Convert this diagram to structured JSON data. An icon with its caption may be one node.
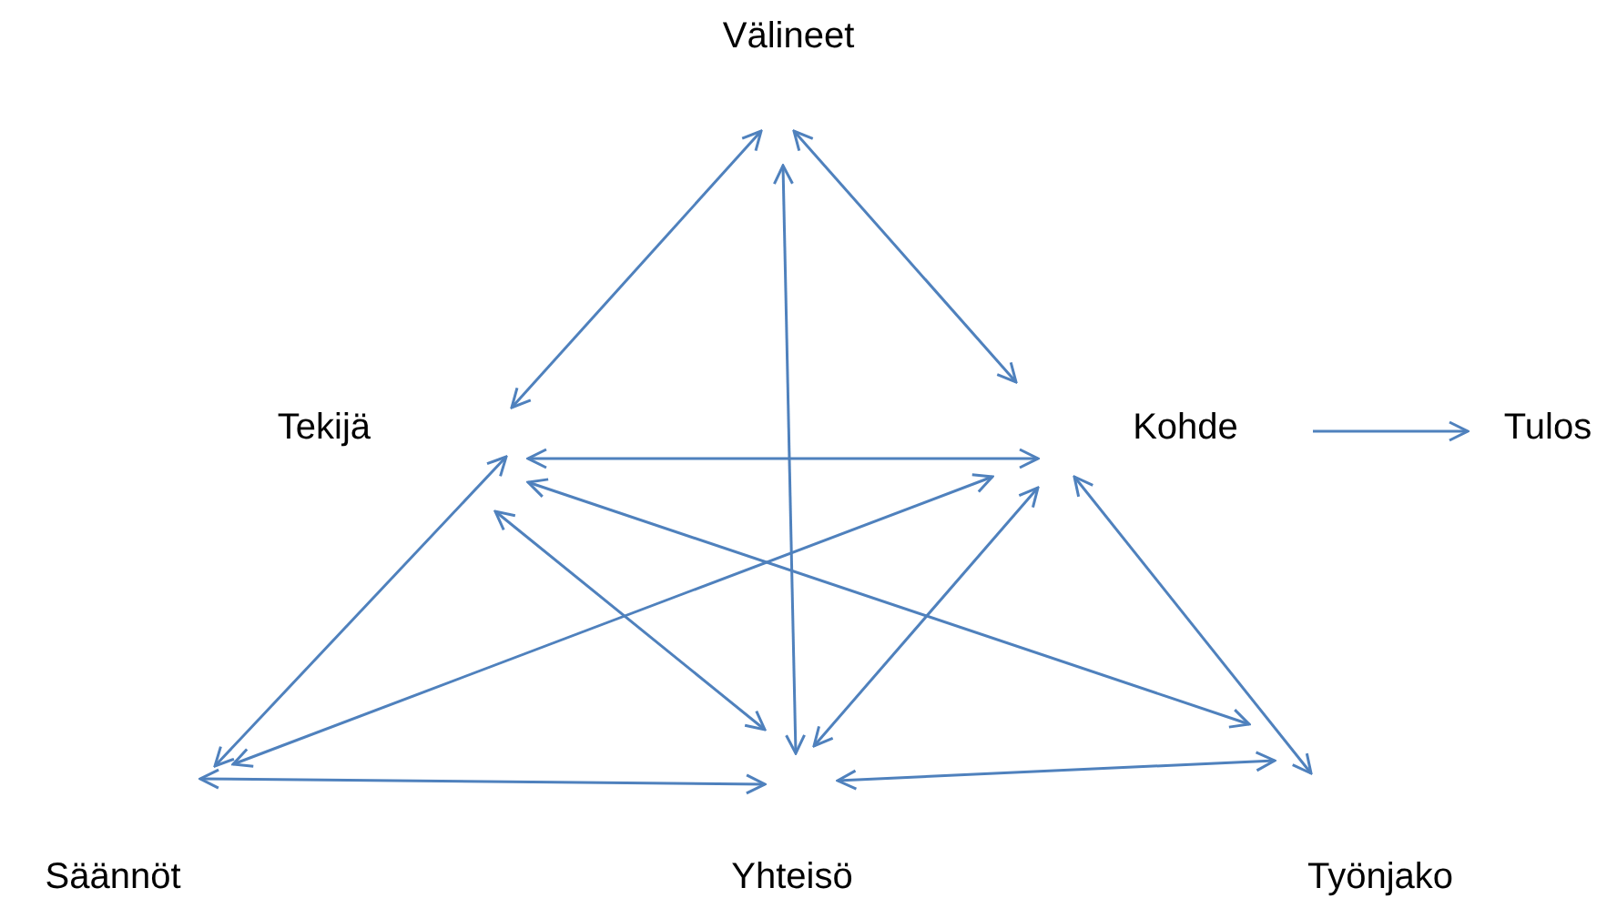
{
  "diagram": {
    "nodes": [
      {
        "text": [
          "Välineet"
        ]
      },
      {
        "text": [
          "Tekijä"
        ]
      },
      {
        "text": [
          "Kohde"
        ]
      },
      {
        "text": [
          "Tulos"
        ]
      },
      {
        "text": [
          "Säännöt"
        ]
      },
      {
        "text": [
          "Yhteisö"
        ]
      },
      {
        "text": [
          "Työnjako"
        ]
      }
    ],
    "edges": [
      {
        "from": 0,
        "to": 1,
        "arrow": "both"
      },
      {
        "from": 0,
        "to": 2,
        "arrow": "both"
      },
      {
        "from": 0,
        "to": 5,
        "arrow": "both"
      },
      {
        "from": 1,
        "to": 2,
        "arrow": "both"
      },
      {
        "from": 1,
        "to": 4,
        "arrow": "both"
      },
      {
        "from": 1,
        "to": 5,
        "arrow": "both"
      },
      {
        "from": 1,
        "to": 6,
        "arrow": "both"
      },
      {
        "from": 2,
        "to": 4,
        "arrow": "both"
      },
      {
        "from": 2,
        "to": 5,
        "arrow": "both"
      },
      {
        "from": 2,
        "to": 6,
        "arrow": "both"
      },
      {
        "from": 4,
        "to": 5,
        "arrow": "both"
      },
      {
        "from": 5,
        "to": 6,
        "arrow": "both"
      },
      {
        "from": 2,
        "to": 3,
        "arrow": "to"
      }
    ]
  }
}
